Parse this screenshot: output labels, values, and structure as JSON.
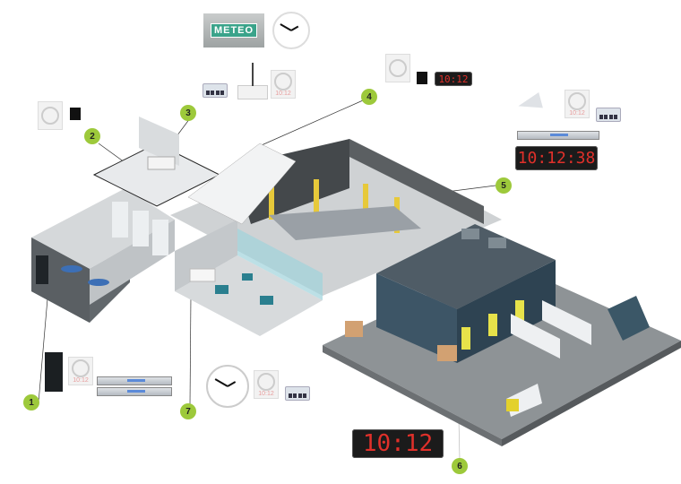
{
  "devices": {
    "meteo_sign": "METEO",
    "clock_small_4": "10:12",
    "clock_5": "10:12:38",
    "clock_6": "10:12",
    "speaker_display": "10:12"
  },
  "callouts": [
    "1",
    "2",
    "3",
    "4",
    "5",
    "6",
    "7"
  ],
  "colors": {
    "callout": "#9dc93b",
    "led": "#e0302a",
    "warehouse": "#3d5566",
    "floor": "#8e9396"
  }
}
